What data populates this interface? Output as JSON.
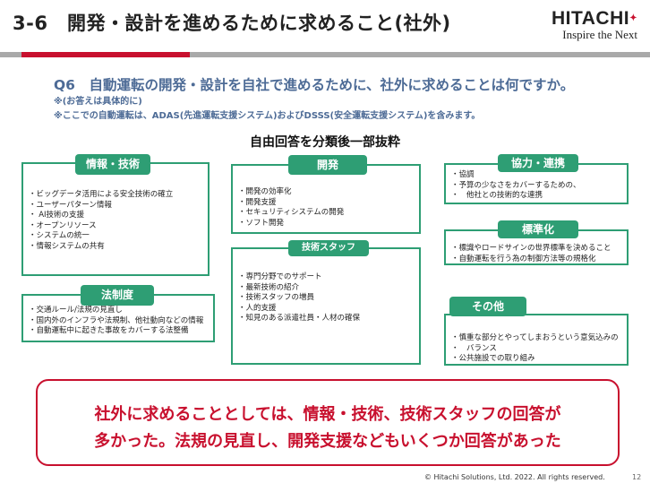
{
  "header": {
    "title": "3-6　開発・設計を進めるために求めること(社外)",
    "logo_main": "HITACHI",
    "logo_sub": "Inspire the Next"
  },
  "question": {
    "main": "Q6　自動運転の開発・設計を自社で進めるために、社外に求めることは何ですか。",
    "note1": "※(お答えは具体的に)",
    "note2": "※ここでの自動運転は、ADAS(先進運転支援システム)およびDSSS(安全運転支援システム)を含みます。"
  },
  "sub_heading": "自由回答を分類後一部抜粋",
  "categories": {
    "info_tech": {
      "label": "情報・技術",
      "items": [
        "ビッグデータ活用による安全技術の確立",
        "ユーザーパターン情報",
        " AI技術の支援",
        "オープンリソース",
        "システムの統一",
        "情報システムの共有"
      ]
    },
    "legal": {
      "label": "法制度",
      "items": [
        "交通ルール/法規の見直し",
        "国内外のインフラや法規制、他社動向などの情報",
        "自動運転中に起きた事故をカバーする法整備"
      ]
    },
    "dev": {
      "label": "開発",
      "items": [
        "開発の効率化",
        "開発支援",
        "セキュリティシステムの開発",
        "ソフト開発"
      ]
    },
    "staff": {
      "label": "技術スタッフ",
      "items": [
        "専門分野でのサポート",
        "最新技術の紹介",
        "技術スタッフの増員",
        "人的支援",
        "知見のある派遣社員・人材の確保"
      ]
    },
    "coop": {
      "label": "協力・連携",
      "items": [
        "協調",
        "予算の少なさをカバーするための、",
        "他社との技術的な連携"
      ]
    },
    "standard": {
      "label": "標準化",
      "items": [
        "標識やロードサインの世界標準を決めること",
        "自動運転を行う為の制御方法等の規格化"
      ]
    },
    "other": {
      "label": "その他",
      "items": [
        "慎重な部分とやってしまおうという意気込みの",
        "バランス",
        "公共施設での取り組み"
      ]
    }
  },
  "summary": {
    "line1": "社外に求めることとしては、情報・技術、技術スタッフの回答が",
    "line2": "多かった。法規の見直し、開発支援などもいくつか回答があった"
  },
  "footer": {
    "copyright": "© Hitachi Solutions, Ltd. 2022. All rights reserved.",
    "page": "12"
  },
  "colors": {
    "accent_green": "#2e9e74",
    "brand_red": "#c8102e",
    "question_blue": "#4d6b96"
  }
}
